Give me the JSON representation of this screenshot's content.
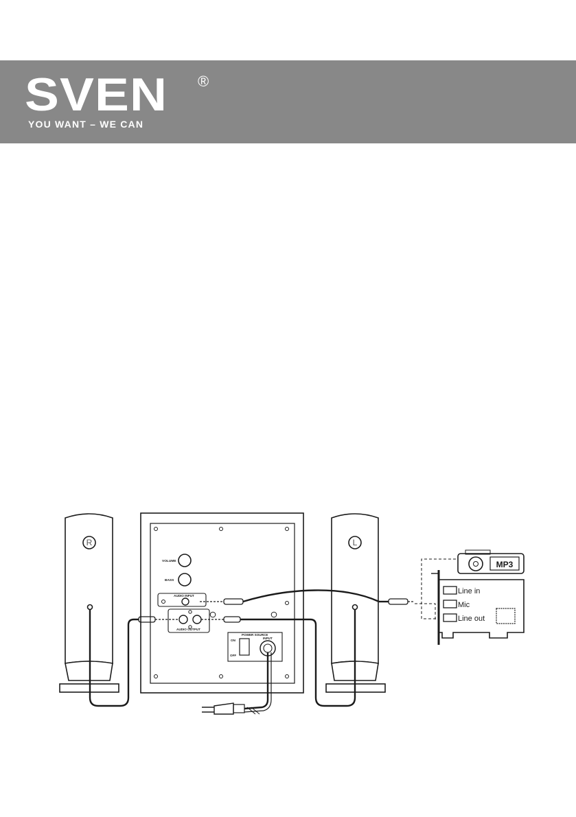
{
  "header": {
    "brand": "SVEN",
    "registered_mark": "®",
    "tagline": "YOU WANT – WE CAN"
  },
  "diagram": {
    "speaker_right_label": "R",
    "speaker_left_label": "L",
    "subwoofer": {
      "volume_label": "VOLUME",
      "bass_label": "BASS",
      "audio_input_label": "AUDIO INPUT",
      "audio_output_label": "AUDIO OUTPUT",
      "power_source_label": "POWER SOURCE",
      "on_label": "ON",
      "off_label": "OFF",
      "input_label": "INPUT"
    },
    "mp3_player_label": "MP3",
    "sound_card": {
      "line_in": "Line in",
      "mic": "Mic",
      "line_out": "Line out"
    }
  }
}
